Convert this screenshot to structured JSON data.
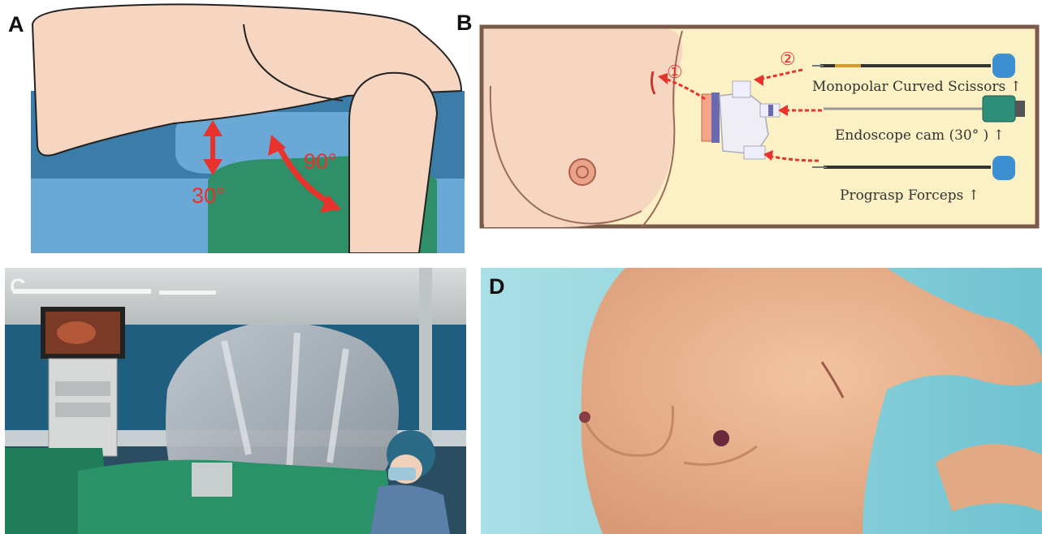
{
  "panels": {
    "a": {
      "letter": "A",
      "angle_vertical": "30°",
      "angle_arm": "90°"
    },
    "b": {
      "letter": "B",
      "port_1": "①",
      "port_2": "②",
      "instrument_1": "Monopolar Curved Scissors ↑",
      "instrument_2": "Endoscope cam (30° ) ↑",
      "instrument_3": "Prograsp Forceps ↑"
    },
    "c": {
      "letter": "C"
    },
    "d": {
      "letter": "D"
    }
  },
  "colors": {
    "skin": "#f6d6c0",
    "bed_blue": "#6aa9d6",
    "bed_dark": "#3c7ca8",
    "drape_green": "#2e8f68",
    "arrow_red": "#e8332c",
    "cream": "#fbf1c4",
    "frame_brown": "#7b5a4a"
  }
}
